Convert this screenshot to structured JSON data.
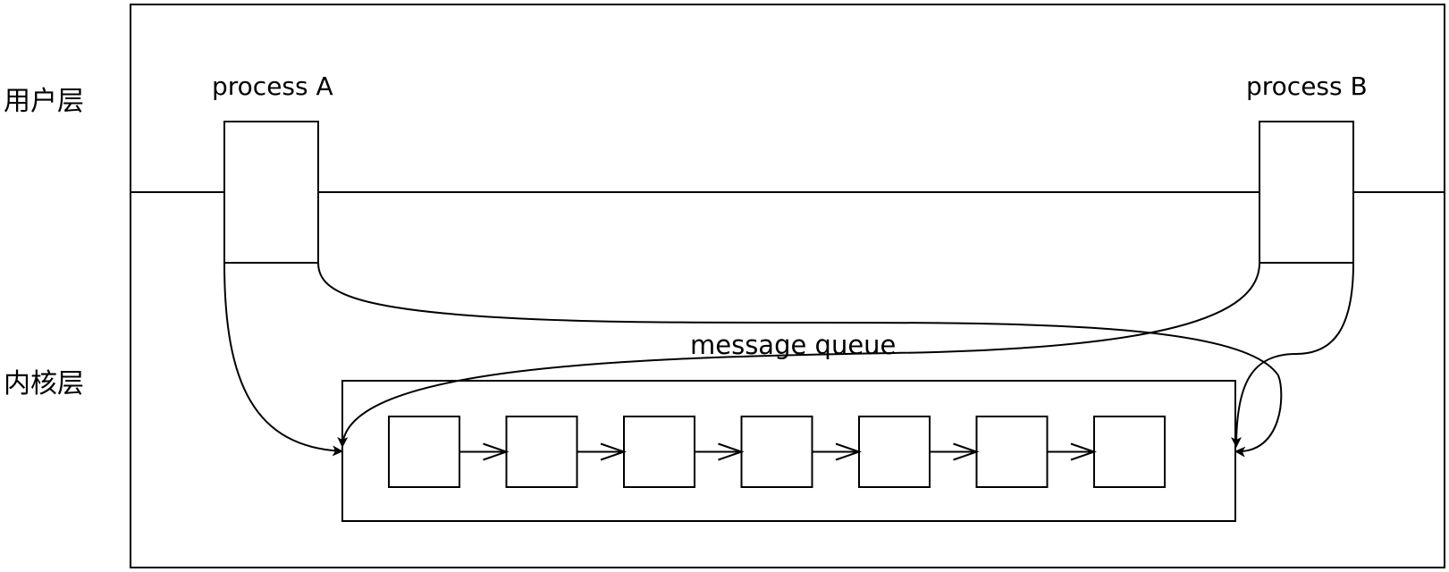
{
  "layers": {
    "user": "用户层",
    "kernel": "内核层"
  },
  "processes": {
    "a": "process A",
    "b": "process B"
  },
  "queue": {
    "label": "message queue",
    "node_count": 7
  },
  "colors": {
    "stroke": "#000000",
    "background": "#ffffff"
  }
}
